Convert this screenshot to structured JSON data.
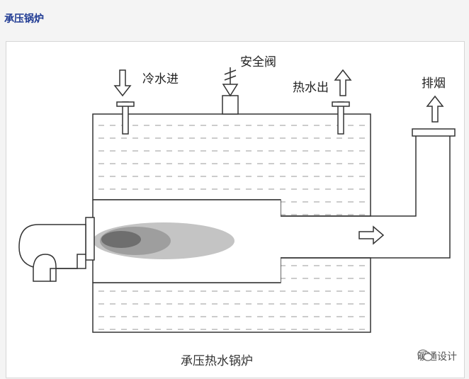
{
  "page_title": "承压锅炉",
  "diagram": {
    "labels": {
      "cold_water_in": "冷水进",
      "safety_valve": "安全阀",
      "hot_water_out": "热水出",
      "exhaust": "排烟"
    },
    "caption": "承压热水锅炉",
    "watermark": "暖通设计",
    "colors": {
      "outline": "#333333",
      "water_dash": "#9a9a9a",
      "flame_outer": "#c4c4c4",
      "flame_mid": "#9e9e9e",
      "flame_core": "#6e6e6e"
    }
  }
}
